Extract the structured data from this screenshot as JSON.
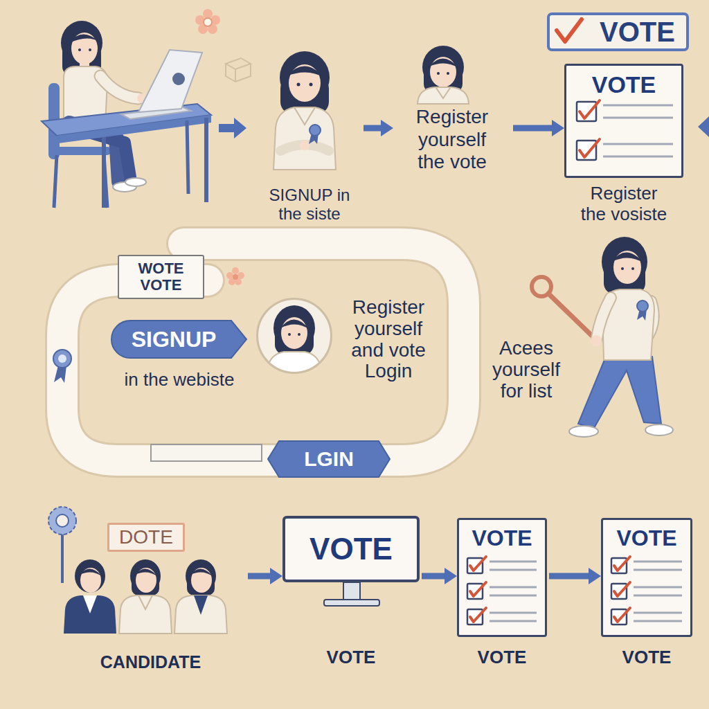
{
  "diagram": {
    "nodes": [
      {
        "text": [
          "SIGNUP in the siste"
        ]
      },
      {
        "text": [
          "Register yourself the vote"
        ]
      },
      {
        "text": [
          "VOTE"
        ]
      },
      {
        "text": [
          "VOTE",
          "Register the vosiste"
        ]
      },
      {
        "text": [
          "WOTE VOTE"
        ]
      },
      {
        "text": [
          "SIGNUP",
          "in the webiste"
        ]
      },
      {
        "text": [
          "Register yourself and vote Login"
        ]
      },
      {
        "text": [
          "LGIN"
        ]
      },
      {
        "text": [
          "DOTE"
        ]
      },
      {
        "text": [
          "CANDIDATE"
        ]
      },
      {
        "text": [
          "VOTE",
          "VOTE"
        ]
      },
      {
        "text": [
          "VOTE",
          "VOTE"
        ]
      },
      {
        "text": [
          "VOTE",
          "VOTE"
        ]
      }
    ],
    "edges": [
      {
        "from": 0,
        "to": 1,
        "arrow": "to"
      },
      {
        "from": 1,
        "to": 3,
        "arrow": "to"
      },
      {
        "from": 9,
        "to": 10,
        "arrow": "to"
      },
      {
        "from": 10,
        "to": 11,
        "arrow": "to"
      },
      {
        "from": 11,
        "to": 12,
        "arrow": "to"
      }
    ],
    "labels": [
      "Acees yourself for list"
    ]
  }
}
